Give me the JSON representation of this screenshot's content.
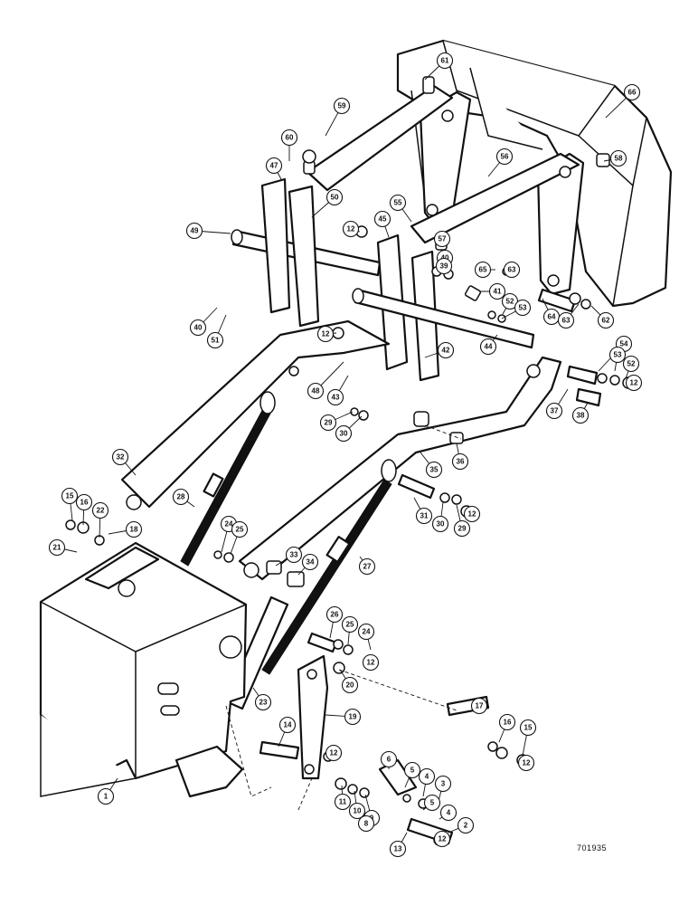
{
  "drawing_number": "701935",
  "callouts": [
    {
      "label": "61"
    },
    {
      "label": "66"
    },
    {
      "label": "59"
    },
    {
      "label": "60"
    },
    {
      "label": "56"
    },
    {
      "label": "58"
    },
    {
      "label": "47"
    },
    {
      "label": "50"
    },
    {
      "label": "49"
    },
    {
      "label": "12"
    },
    {
      "label": "45"
    },
    {
      "label": "55"
    },
    {
      "label": "57"
    },
    {
      "label": "40"
    },
    {
      "label": "39"
    },
    {
      "label": "65"
    },
    {
      "label": "63"
    },
    {
      "label": "41"
    },
    {
      "label": "52"
    },
    {
      "label": "53"
    },
    {
      "label": "64"
    },
    {
      "label": "63"
    },
    {
      "label": "62"
    },
    {
      "label": "40"
    },
    {
      "label": "51"
    },
    {
      "label": "12"
    },
    {
      "label": "44"
    },
    {
      "label": "42"
    },
    {
      "label": "48"
    },
    {
      "label": "43"
    },
    {
      "label": "54"
    },
    {
      "label": "53"
    },
    {
      "label": "52"
    },
    {
      "label": "12"
    },
    {
      "label": "37"
    },
    {
      "label": "38"
    },
    {
      "label": "29"
    },
    {
      "label": "30"
    },
    {
      "label": "32"
    },
    {
      "label": "35"
    },
    {
      "label": "36"
    },
    {
      "label": "15"
    },
    {
      "label": "16"
    },
    {
      "label": "22"
    },
    {
      "label": "28"
    },
    {
      "label": "18"
    },
    {
      "label": "31"
    },
    {
      "label": "30"
    },
    {
      "label": "29"
    },
    {
      "label": "12"
    },
    {
      "label": "21"
    },
    {
      "label": "24"
    },
    {
      "label": "25"
    },
    {
      "label": "33"
    },
    {
      "label": "34"
    },
    {
      "label": "27"
    },
    {
      "label": "26"
    },
    {
      "label": "25"
    },
    {
      "label": "24"
    },
    {
      "label": "12"
    },
    {
      "label": "20"
    },
    {
      "label": "23"
    },
    {
      "label": "19"
    },
    {
      "label": "17"
    },
    {
      "label": "16"
    },
    {
      "label": "15"
    },
    {
      "label": "12"
    },
    {
      "label": "14"
    },
    {
      "label": "12"
    },
    {
      "label": "6"
    },
    {
      "label": "5"
    },
    {
      "label": "4"
    },
    {
      "label": "3"
    },
    {
      "label": "5"
    },
    {
      "label": "4"
    },
    {
      "label": "2"
    },
    {
      "label": "11"
    },
    {
      "label": "10"
    },
    {
      "label": "9"
    },
    {
      "label": "8"
    },
    {
      "label": "13"
    },
    {
      "label": "12"
    },
    {
      "label": "1"
    }
  ]
}
